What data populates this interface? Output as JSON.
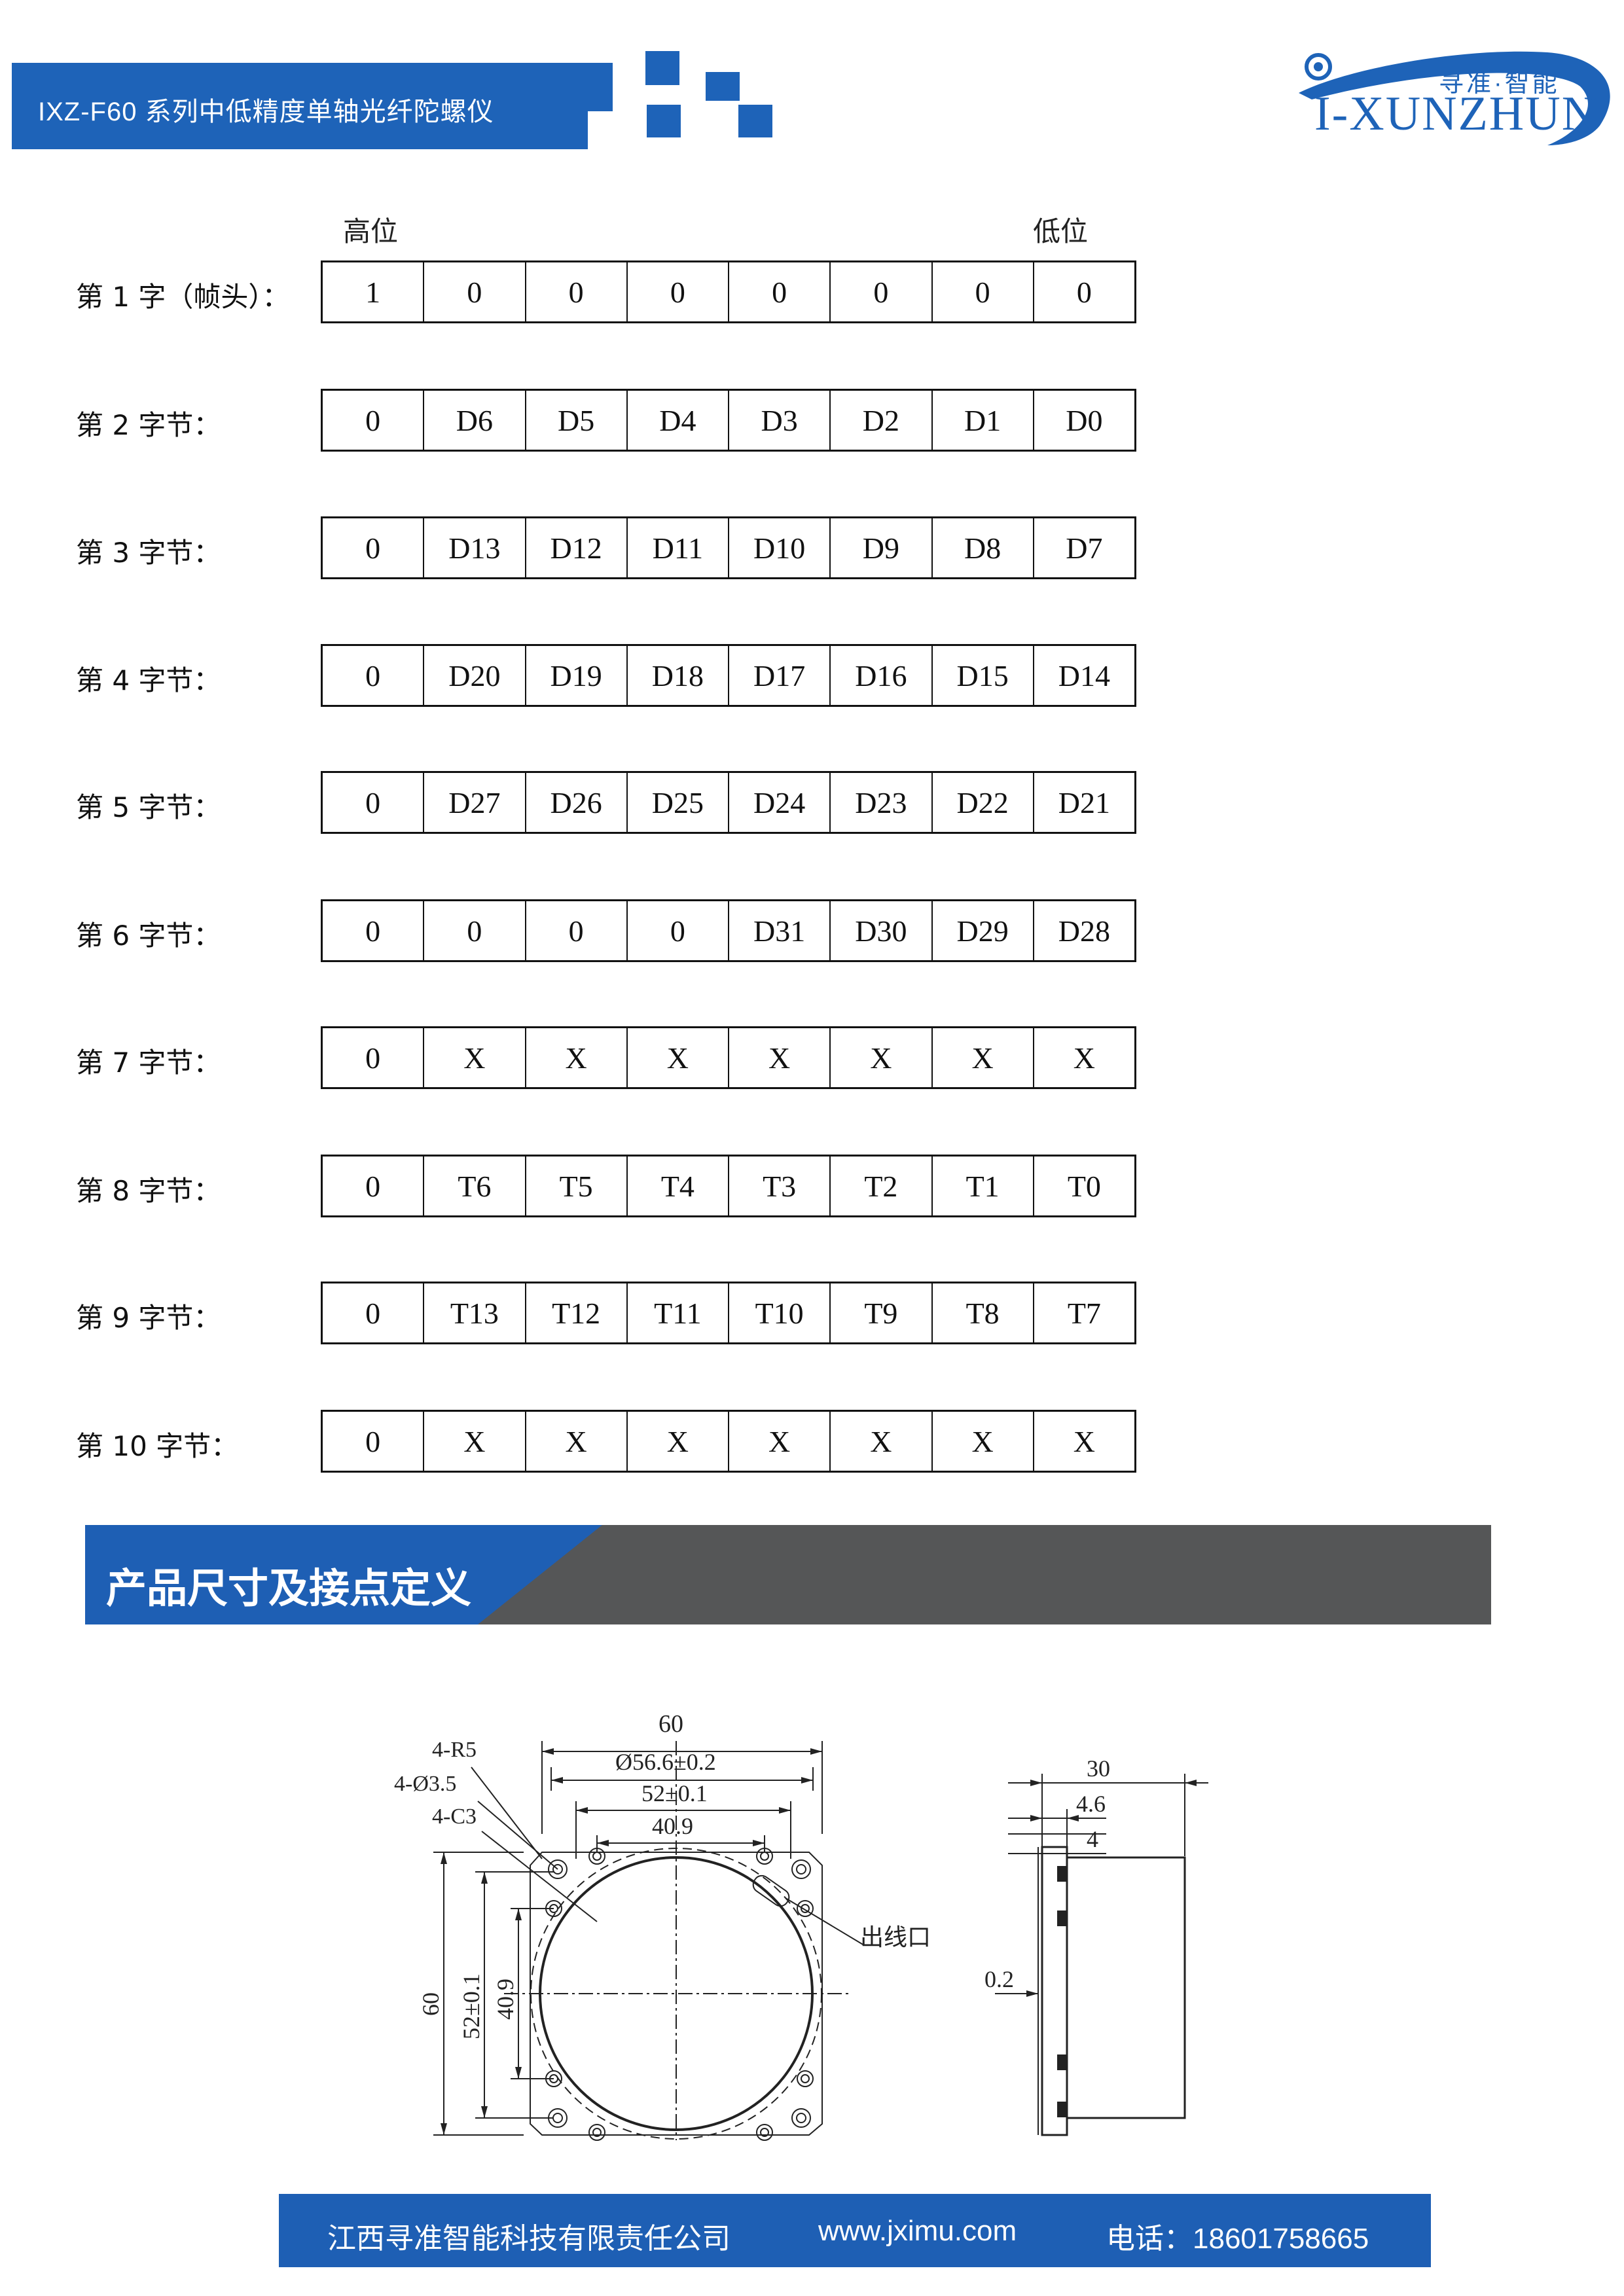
{
  "header": {
    "title": "IXZ-F60 系列中低精度单轴光纤陀螺仪",
    "logo_cn": "寻准·智能",
    "logo_en": "I-XUNZHUN"
  },
  "table": {
    "high_label": "高位",
    "low_label": "低位",
    "rows": [
      {
        "label": "第 1 字（帧头）：",
        "cells": [
          "1",
          "0",
          "0",
          "0",
          "0",
          "0",
          "0",
          "0"
        ]
      },
      {
        "label": "第 2 字节：",
        "cells": [
          "0",
          "D6",
          "D5",
          "D4",
          "D3",
          "D2",
          "D1",
          "D0"
        ]
      },
      {
        "label": "第 3 字节：",
        "cells": [
          "0",
          "D13",
          "D12",
          "D11",
          "D10",
          "D9",
          "D8",
          "D7"
        ]
      },
      {
        "label": "第 4 字节：",
        "cells": [
          "0",
          "D20",
          "D19",
          "D18",
          "D17",
          "D16",
          "D15",
          "D14"
        ]
      },
      {
        "label": "第 5 字节：",
        "cells": [
          "0",
          "D27",
          "D26",
          "D25",
          "D24",
          "D23",
          "D22",
          "D21"
        ]
      },
      {
        "label": "第 6 字节：",
        "cells": [
          "0",
          "0",
          "0",
          "0",
          "D31",
          "D30",
          "D29",
          "D28"
        ]
      },
      {
        "label": "第 7 字节：",
        "cells": [
          "0",
          "X",
          "X",
          "X",
          "X",
          "X",
          "X",
          "X"
        ]
      },
      {
        "label": "第 8 字节：",
        "cells": [
          "0",
          "T6",
          "T5",
          "T4",
          "T3",
          "T2",
          "T1",
          "T0"
        ]
      },
      {
        "label": "第 9 字节：",
        "cells": [
          "0",
          "T13",
          "T12",
          "T11",
          "T10",
          "T9",
          "T8",
          "T7"
        ]
      },
      {
        "label": "第 10 字节：",
        "cells": [
          "0",
          "X",
          "X",
          "X",
          "X",
          "X",
          "X",
          "X"
        ]
      }
    ]
  },
  "section": {
    "title": "产品尺寸及接点定义"
  },
  "drawing": {
    "dim_60_top": "60",
    "dim_dia": "Ø56.6±0.2",
    "dim_52": "52±0.1",
    "dim_409": "40.9",
    "note_r5": "4-R5",
    "note_hole": "4-Ø3.5",
    "note_c3": "4-C3",
    "dim_60_left": "60",
    "dim_52_left": "52±0.1",
    "dim_409_left": "40.9",
    "cable_outlet": "出线口",
    "side_30": "30",
    "side_46": "4.6",
    "side_4": "4",
    "side_02": "0.2"
  },
  "footer": {
    "company": "江西寻准智能科技有限责任公司",
    "website": "www.jximu.com",
    "phone": "电话：18601758665"
  }
}
